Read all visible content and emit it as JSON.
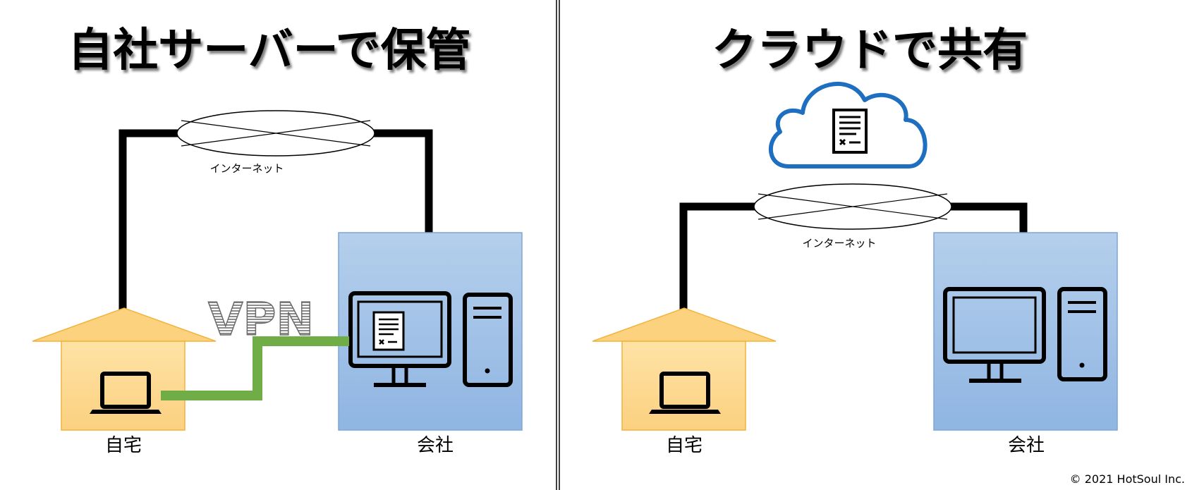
{
  "left_panel": {
    "title": "自社サーバーで保管",
    "internet_label": "インターネット",
    "vpn_label": "VPN",
    "home_label": "自宅",
    "office_label": "会社"
  },
  "right_panel": {
    "title": "クラウドで共有",
    "internet_label": "インターネット",
    "home_label": "自宅",
    "office_label": "会社"
  },
  "copyright": "© 2021 HotSoul Inc.",
  "colors": {
    "house_fill": "#FDD888",
    "house_stroke": "#F2B33D",
    "office_fill": "#A4C2E6",
    "office_stroke": "#7FA6D6",
    "vpn_line": "#70AD47",
    "cloud_stroke": "#1F6FC0",
    "network_line": "#000000"
  },
  "icons": {
    "home_device": "laptop-icon",
    "office_device": "desktop-computer-icon",
    "cloud": "cloud-icon",
    "document": "document-icon"
  }
}
